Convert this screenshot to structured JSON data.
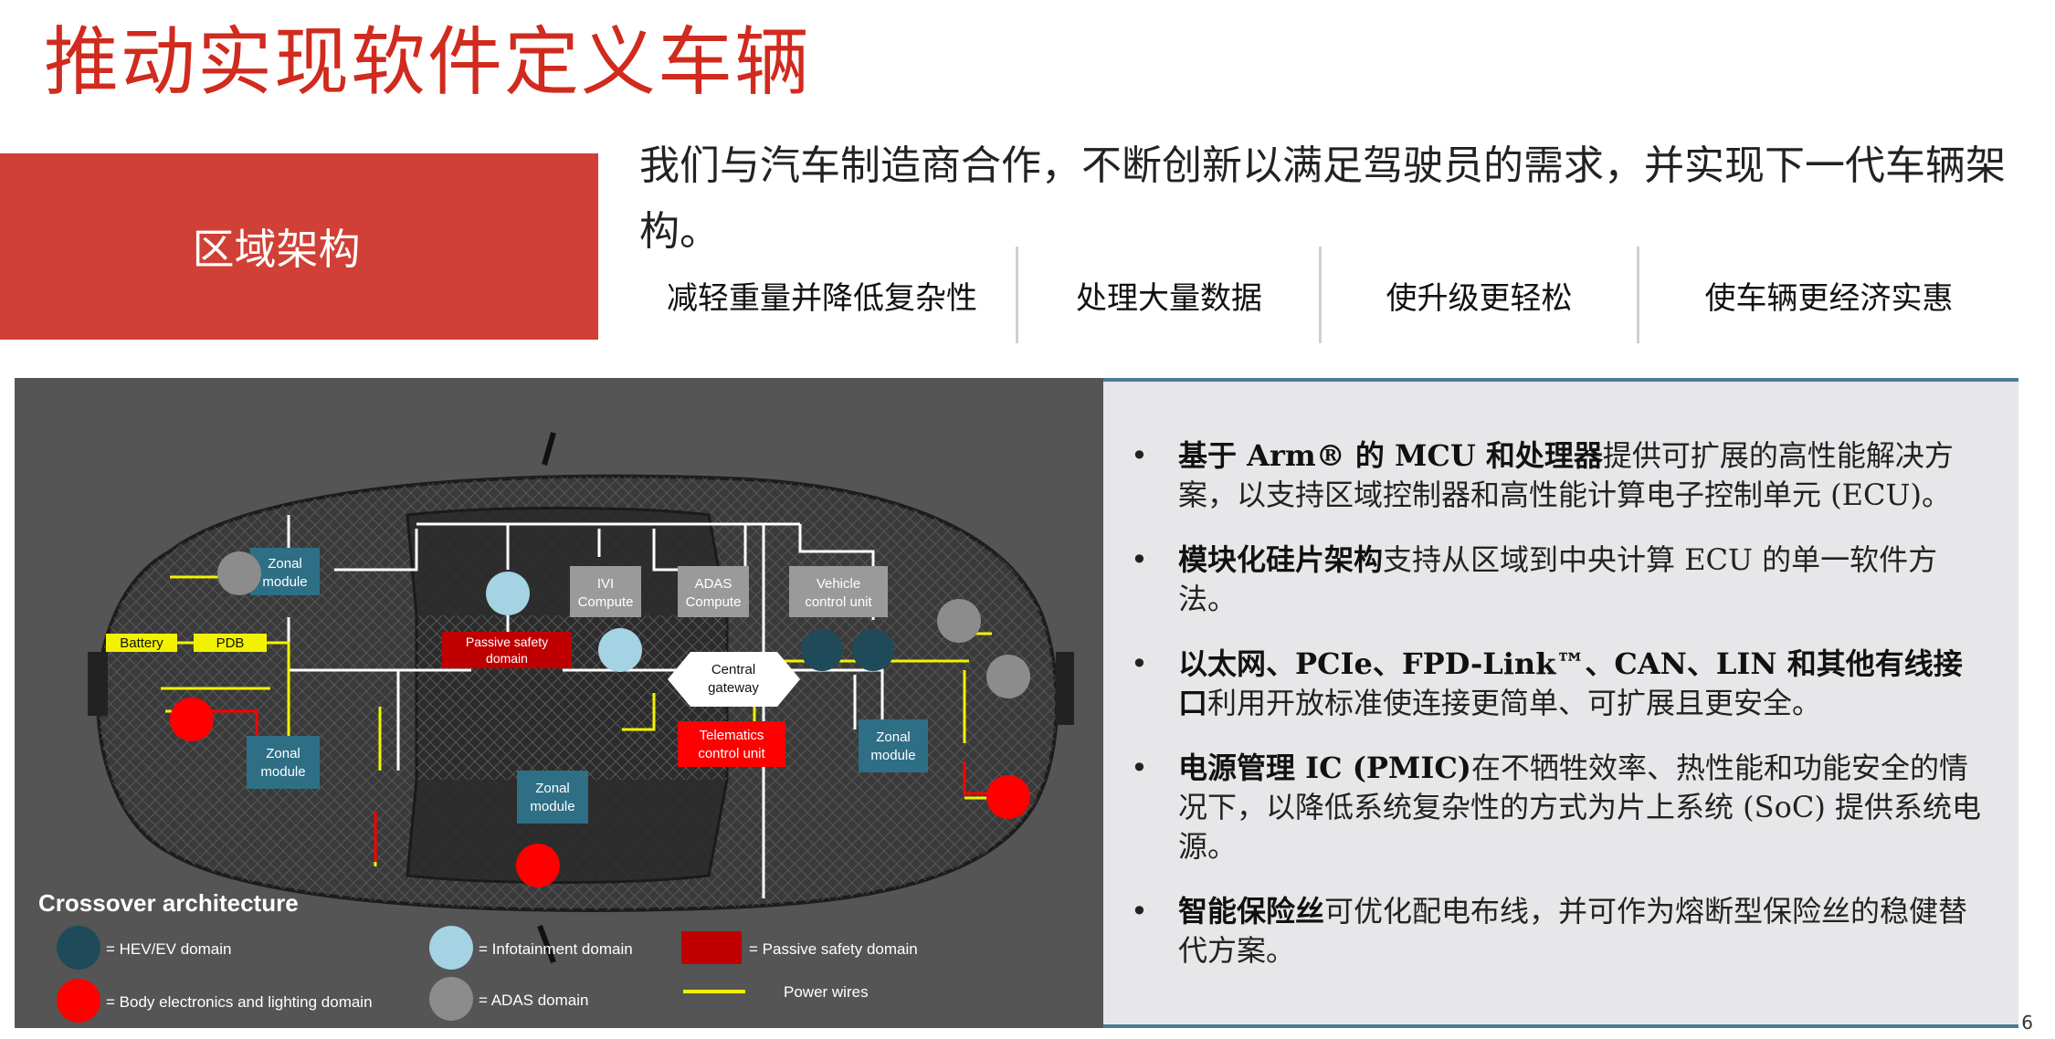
{
  "title": "推动实现软件定义车辆",
  "zone_label": "区域架构",
  "intro": "我们与汽车制造商合作，不断创新以满足驾驶员的需求，并实现下一代车辆架构。",
  "benefits": [
    "减轻重量并降低复杂性",
    "处理大量数据",
    "使升级更轻松",
    "使车辆更经济实惠"
  ],
  "bullets": [
    {
      "bold": "基于 Arm® 的 MCU 和处理器",
      "text": "提供可扩展的高性能解决方案，以支持区域控制器和高性能计算电子控制单元 (ECU)。"
    },
    {
      "bold": "模块化硅片架构",
      "text": "支持从区域到中央计算 ECU 的单一软件方法。"
    },
    {
      "bold": "以太网、PCIe、FPD-Link™、CAN、LIN 和其他有线接口",
      "text": "利用开放标准使连接更简单、可扩展且更安全。"
    },
    {
      "bold": "电源管理 IC (PMIC)",
      "text": "在不牺牲效率、热性能和功能安全的情况下，以降低系统复杂性的方式为片上系统 (SoC) 提供系统电源。"
    },
    {
      "bold": "智能保险丝",
      "text": "可优化配电布线，并可作为熔断型保险丝的稳健替代方案。"
    }
  ],
  "diagram": {
    "zonal_module": "Zonal module",
    "ivi": "IVI Compute",
    "adas": "ADAS Compute",
    "vehicle_control": "Vehicle control unit",
    "passive_safety": "Passive safety domain",
    "central_gateway": "Central gateway",
    "telematics": "Telematics control unit",
    "battery": "Battery",
    "pdb": "PDB",
    "caption": "Crossover architecture",
    "legend": {
      "hev": "= HEV/EV domain",
      "body": "= Body electronics and lighting domain",
      "infotainment": "= Infotainment domain",
      "adas": "= ADAS domain",
      "passive": "= Passive safety domain",
      "power": "Power wires"
    }
  },
  "colors": {
    "title_red": "#d12a1e",
    "zone_box": "#d04036",
    "zonal_teal": "#2e6f86",
    "compute_gray": "#9a9a9a",
    "hev_circle": "#1f4a5a",
    "body_circle": "#ff0000",
    "info_circle": "#a4d3e3",
    "adas_circle": "#8c8c8c",
    "passive_red": "#c00000",
    "power_wire": "#f2f200"
  },
  "page_number": "6"
}
